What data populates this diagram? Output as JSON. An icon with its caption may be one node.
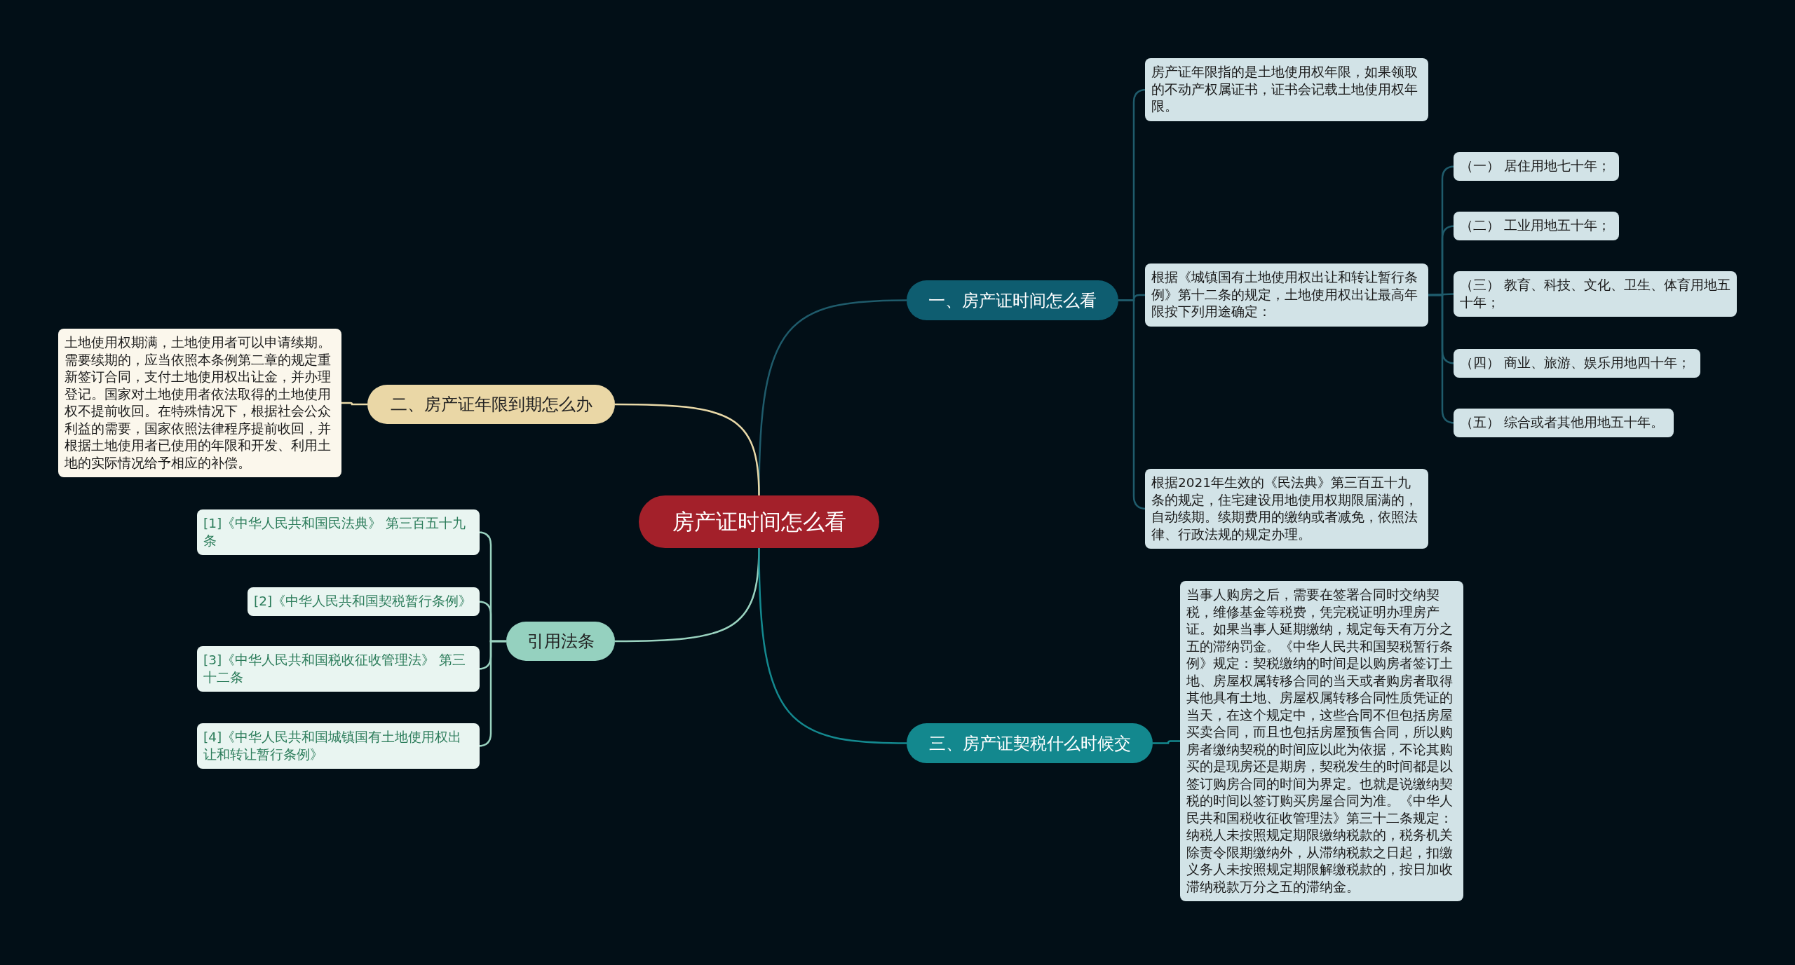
{
  "diagram": {
    "nodes": [
      {
        "text": [
          "房产证时间怎么看"
        ]
      },
      {
        "text": [
          "一、房产证时间怎么看"
        ]
      },
      {
        "text": [
          "房产证年限指的是土地使用权年限，如果领取的不动产权属证书，证书会记载土地使用权年限。"
        ]
      },
      {
        "text": [
          "根据《城镇国有土地使用权出让和转让暂行条例》第十二条的规定，土地使用权出让最高年限按下列用途确定："
        ]
      },
      {
        "text": [
          "（一） 居住用地七十年；"
        ]
      },
      {
        "text": [
          "（二） 工业用地五十年；"
        ]
      },
      {
        "text": [
          "（三） 教育、科技、文化、卫生、体育用地五十年；"
        ]
      },
      {
        "text": [
          "（四） 商业、旅游、娱乐用地四十年；"
        ]
      },
      {
        "text": [
          "（五） 综合或者其他用地五十年。"
        ]
      },
      {
        "text": [
          "根据2021年生效的《民法典》第三百五十九条的规定，住宅建设用地使用权期限届满的，自动续期。续期费用的缴纳或者减免，依照法律、行政法规的规定办理。"
        ]
      },
      {
        "text": [
          "三、房产证契税什么时候交"
        ]
      },
      {
        "text": [
          "当事人购房之后，需要在签署合同时交纳契税，维修基金等税费，凭完税证明办理房产证。如果当事人延期缴纳，规定每天有万分之五的滞纳罚金。《中华人民共和国契税暂行条例》规定：契税缴纳的时间是以购房者签订土地、房屋权属转移合同的当天或者购房者取得其他具有土地、房屋权属转移合同性质凭证的当天，在这个规定中，这些合同不但包括房屋买卖合同，而且也包括房屋预售合同，所以购房者缴纳契税的时间应以此为依据，不论其购买的是现房还是期房，契税发生的时间都是以签订购房合同的时间为界定。也就是说缴纳契税的时间以签订购买房屋合同为准。《中华人民共和国税收征收管理法》第三十二条规定：纳税人未按照规定期限缴纳税款的，税务机关除责令限期缴纳外，从滞纳税款之日起，扣缴义务人未按照规定期限解缴税款的，按日加收滞纳税款万分之五的滞纳金。"
        ]
      },
      {
        "text": [
          "二、房产证年限到期怎么办"
        ]
      },
      {
        "text": [
          "土地使用权期满，土地使用者可以申请续期。需要续期的，应当依照本条例第二章的规定重新签订合同，支付土地使用权出让金，并办理登记。国家对土地使用者依法取得的土地使用权不提前收回。在特殊情况下，根据社会公众利益的需要，国家依照法律程序提前收回，并根据土地使用者已使用的年限和开发、利用土地的实际情况给予相应的补偿。"
        ]
      },
      {
        "text": [
          "引用法条"
        ]
      },
      {
        "text": [
          "[1]《中华人民共和国民法典》 第三百五十九条"
        ]
      },
      {
        "text": [
          "[2]《中华人民共和国契税暂行条例》"
        ]
      },
      {
        "text": [
          "[3]《中华人民共和国税收征收管理法》 第三十二条"
        ]
      },
      {
        "text": [
          "[4]《中华人民共和国城镇国有土地使用权出让和转让暂行条例》"
        ]
      }
    ],
    "edges": [
      {
        "from": 0,
        "to": 1,
        "arrow": "none"
      },
      {
        "from": 0,
        "to": 12,
        "arrow": "none",
        "color": "#e9d9a8"
      },
      {
        "from": 0,
        "to": 14,
        "arrow": "none",
        "color": "#9ad3c0"
      },
      {
        "from": 0,
        "to": 10,
        "arrow": "none",
        "color": "#14898f"
      },
      {
        "from": 1,
        "to": 2,
        "arrow": "none"
      },
      {
        "from": 1,
        "to": 3,
        "arrow": "none"
      },
      {
        "from": 1,
        "to": 9,
        "arrow": "none"
      },
      {
        "from": 3,
        "to": 4,
        "arrow": "none"
      },
      {
        "from": 3,
        "to": 5,
        "arrow": "none"
      },
      {
        "from": 3,
        "to": 6,
        "arrow": "none"
      },
      {
        "from": 3,
        "to": 7,
        "arrow": "none"
      },
      {
        "from": 3,
        "to": 8,
        "arrow": "none"
      },
      {
        "from": 10,
        "to": 11,
        "arrow": "none",
        "color": "#14898f"
      },
      {
        "from": 12,
        "to": 13,
        "arrow": "none",
        "color": "#e9d9a8"
      },
      {
        "from": 14,
        "to": 15,
        "arrow": "none",
        "color": "#9ad3c0"
      },
      {
        "from": 14,
        "to": 16,
        "arrow": "none",
        "color": "#9ad3c0"
      },
      {
        "from": 14,
        "to": 17,
        "arrow": "none",
        "color": "#9ad3c0"
      },
      {
        "from": 14,
        "to": 18,
        "arrow": "none",
        "color": "#9ad3c0"
      }
    ]
  }
}
